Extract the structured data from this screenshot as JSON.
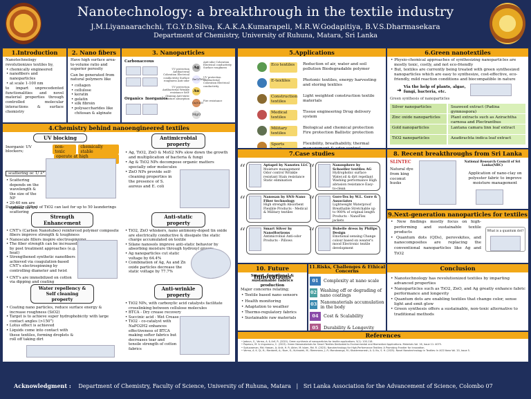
{
  "header": {
    "title": "Nanotechnology: a breakthrough in the textile industry",
    "authors": "J.M.Liyanaarachchi, T.G.Y.D.Silva, K.A.K.A.Kumarapeli, M.R.W.Godapitiya, B.V.S.Dharmasekara",
    "dept": "Department of Chemistry, University of Ruhuna, Matara, Sri Lanka"
  },
  "intro": {
    "title": "1.Introduction",
    "text": "Nanotechnology revolutionizes textiles by,",
    "bullets": [
      "chemically engineered",
      "nanofibers and nanoparticles",
      "at scale 1-100 nm"
    ],
    "rest": "to impart unprecedented functionalities and novel material properties through controlled molecular interactions & surface chemistry"
  },
  "nanofibers": {
    "title": "2. Nano fibers",
    "p1": "Have high surface area-to-volume ratio and superior porosity",
    "p2": "Can be generated from natural polymers like",
    "items": [
      "collagen",
      "cellulose",
      "keratin",
      "gelatin",
      "silk fibroin",
      "polysaccharides like chitosan & alginate"
    ]
  },
  "nanoparticles": {
    "title": "3. Nanoparticles",
    "carbon": "Carbonaceous",
    "organics": "Organics",
    "inorganics": "Inorganics",
    "els": [
      "Ag",
      "ZnO/TiO2",
      "Au",
      "Cu/CuO",
      "MgO"
    ],
    "props": [
      "UV protection Antibacterial Coloration Electrical conductivity Surface roughness Anti-odor",
      "UV protection Antibacterial Wrinkle resistance Self-cleaning Anti-static Moisture absorption",
      "Anti-odor Coloration Electrical conductivity Surface roughness",
      "UV protection Antibacterial Coloration Electrical conductivity",
      "Fire resistance"
    ]
  },
  "applications": {
    "title": "5.Applications",
    "rows": [
      {
        "tag": "Eco textiles",
        "txt": "Reduction of air, water and soil pollution Biodegradable polymer"
      },
      {
        "tag": "E-textiles",
        "txt": "Photonic textiles, energy harvesting and storing textiles"
      },
      {
        "tag": "Construction textiles",
        "txt": "Light weighted construction textile materials"
      },
      {
        "tag": "Medical textiles",
        "txt": "Tissue engineering Drug delivery system"
      },
      {
        "tag": "Military textiles",
        "txt": "Biological and chemical protection Fire protection Ballistic protection"
      },
      {
        "tag": "Sports textiles",
        "txt": "Flexibility, breathability, thermal management & odor control"
      }
    ]
  },
  "green": {
    "title": "6.Green nanotextiles",
    "b1": "Physio-chemical approaches of synthesizing nanoparticles are mostly toxic, costly, and not eco-friendly",
    "b2": "But, textiles are currently being treated with green synthesized nanoparticles which are easy to synthesize, cost-effective, eco-friendly, mild reaction conditions and biocompatible in nature",
    "via": "Via the help of plants, algae, fungi, bacteria, etc.",
    "caption": "Green synthesis of nanoparticles",
    "rows": [
      {
        "a": "Silver nanoparticles",
        "b": "Seaweed extract (Padina gymnospora)"
      },
      {
        "a": "Zinc oxide nanoparticles",
        "b": "Plant extracts such as Azirachtha carnosa and Plectranthus amboinicus"
      },
      {
        "a": "Gold nanoparticles",
        "b": "Lantana camara linn leaf extract"
      },
      {
        "a": "TiO2 nanoparticles",
        "b": "Azadirachta indica leaf extract"
      }
    ]
  },
  "mechanisms": {
    "title": "4.Chemistry behind nanoengineered textiles",
    "uv": "UV blocking",
    "uvtext": "Inorganic UV blockers;",
    "uvtags": [
      "non-toxic",
      "chemically stable",
      "operate at high temperatures"
    ],
    "scatter": "scattering oc 1/ λ⁴",
    "uvbul": [
      "Scattering depends on the wavelength & the size of the NP",
      "20-40 nm are optimal for UV scattering"
    ],
    "uvdur": "Durability- Effect of TiO2 can last for up to 50 launderings",
    "am": "Antimicrobial property",
    "ambul": [
      "Ag, TiO2, ZnO & MoS2 NPs slow down the growth and multiplication of bacteria & fungi",
      "Ag & TiO2 NPs decompose organic matters specially odor molecules",
      "ZnO NPs provide self-cleaning properties in the presence of S. aureus and E. coli"
    ],
    "str": "Strength Enhancement",
    "strbul": [
      "CNT's (Carbon Nanotubes) reinforced polymer composite fibers improve strength & toughness",
      "Nanoscale fillers inspire electrospinning",
      "The fiber strength can be increased by post treatment approaches (e.g. heat)",
      "Strengthened synthetic nanofibers achieved via coagulation-based CNT's electrospinning by controlling diameter and twist",
      "CNT's are immobilized on cotton via dipping and coating"
    ],
    "as": "Anti-static property",
    "asbul": [
      "TiO2, ZnO whiskers, nano antimony-doped tin oxide are electrically conductive & dissipate the static charge accumulated on textile",
      "Silane nanosols improve anti-static behavior by absorbing moisture through hydroxyl groups",
      "Ag nanoparticles cut static voltage by 64.4%",
      "Combination of Ag, Au and Zn oxide particles decrease the static voltage by 77.7%"
    ],
    "wr": "Water repellency & Self cleaning property",
    "wrbul": [
      "Coating nano particles, reduce surface energy & increase roughness (SiO2)",
      "Target is to achieve super hydrophobicity with large contact angles (>150°)",
      "Lotus effect is achieved",
      "Liquids come into contact with these textiles, forming droplets & roll off taking dirt"
    ],
    "aw": "Anti-wrinkle property",
    "awbul": [
      "TiO2 NPs, with carboxylic acid catalysts facilitate crosslinking between cellulose molecules",
      "BTCA - Dry crease recovery",
      "Succinic acid - Wet Crease recovery",
      "TiO2 - co-catalyst with NaPO2H2 enhances effectiveness of BTCA making softer fabrics but decreases tear and tensile strength of cotton fabrics"
    ]
  },
  "cases": {
    "title": "7.Case studies",
    "items": [
      {
        "h": "Aptapel by Nanotex LLC",
        "b": "Moisture management Odor control Wrinkle resistant Stain resistance Static elimination"
      },
      {
        "h": "Nanosphere by Schoeller textiles AG",
        "b": "Hydrophobic surface Water,oil & dirt repellant Washing performance High abrasion resistance Easy-to-clean"
      },
      {
        "h": "Nanosan by SNS-Nano Fiber technology",
        "b": "High strength Absorbent Flexible Products - Medical & Military textiles"
      },
      {
        "h": "Gore-Tex by W.L. Gore & Associates",
        "b": "Lightweight Waterproof Breathable Stretchable up to 900% of original length Products - NanoFlex jackets"
      },
      {
        "h": "Smart Silver by NanoHorizons",
        "b": "Antimicrobial Anti-odor Products - Pillows"
      },
      {
        "h": "Bubelle dress by Philips Design",
        "b": "Emotional sensing Change colour based on wearer's mood Electronic textile development"
      }
    ]
  },
  "srilanka": {
    "title": "8. Recent breakthroughs from Sri Lanka",
    "left": "Natural dye from king coconut husks",
    "org": "National Research Council of Sri Lanka(NRC)",
    "right": "Application of nano-clay on polyester fabric to improve moisture management"
  },
  "nextgen": {
    "title": "9.Next-generation nanoparticles for textiles",
    "bul": [
      "New findings mostly focus on high-performing and sustainable textile products",
      "Quantum dots (QDs), perovskites, and nanocomposites are replacing the conventional nanoparticles like Ag and TiO2"
    ],
    "qd": "What is a quantum dot?"
  },
  "future": {
    "title": "10. Future Innovations",
    "sub": "Smart, functional & sustainable fabrics production",
    "lead": "Major concerns relating;",
    "bul": [
      "Textile based nano sensors",
      "Health monitoring",
      "Adaptation to weather",
      "Thermo-regulatory fabrics",
      "Sustainable raw materials"
    ]
  },
  "risks": {
    "title": "11.Risks, Challenges & Ethical Concerns",
    "items": [
      {
        "n": "01",
        "t": "Complexity at nano scale",
        "c": "#3a7ab8"
      },
      {
        "n": "02",
        "t": "Washing off or degrading of nano coatings",
        "c": "#4aa0a0"
      },
      {
        "n": "03",
        "t": "Nanomaterials accumulation in the body",
        "c": "#3a8ab0"
      },
      {
        "n": "04",
        "t": "Cost & Scalability",
        "c": "#8a4aa8"
      },
      {
        "n": "05",
        "t": "Durability & Longevity",
        "c": "#b05a8a"
      }
    ]
  },
  "conclusion": {
    "title": "Conclusion",
    "bul": [
      "Nanotechnology has revolutionized textiles by imparting advanced properties",
      "Nanoparticles such as TiO2, ZnO, and Ag greatly enhance fabric performance and longevity",
      "Quantum dots are enabling textiles that change color, sense light and emit glow",
      "Green synthesis offers a sustainable, non-toxic alternative to traditional methods"
    ]
  },
  "refs": {
    "title": "References",
    "items": [
      "Jadoun, S., Verma, A. & Arif, R. (2020). Green synthesis of nanoparticles for textile applications. 5(1): 100-118.",
      "Popescu, M. & Ungureanu, C. (2023). Green Nanomaterials for Smart Textiles Dedicated to Environmental and Biomedical Applications. Materials Vol. 16, Issue 11: 4075.",
      "Syduzzaman, Md; Hassan, A; Anik, H. R; Akter, M; Islam, Md. R. (2023). Nanotechnology for High-Performance Textiles: A Promising Frontier for Innovation.",
      "Verma, A. K. Qi, H.; Mantardt, A.; Nuer, K.; Kuhnarek, M.; Riemmann, J.-P.; Mandarango, M.; Khadermanesh, A. & Viu, S. H. (2025). Novel Nanotechnology in Textiles: In ACS Nano Vol. 20, Issue 5."
    ]
  },
  "footer": {
    "ack": "Acknowledgment :",
    "text": "Department of Chemistry, Faculty of Science, University of Ruhuna, Matara   |   Sri Lanka Association for the Advancement of Science, Colombo 07"
  }
}
